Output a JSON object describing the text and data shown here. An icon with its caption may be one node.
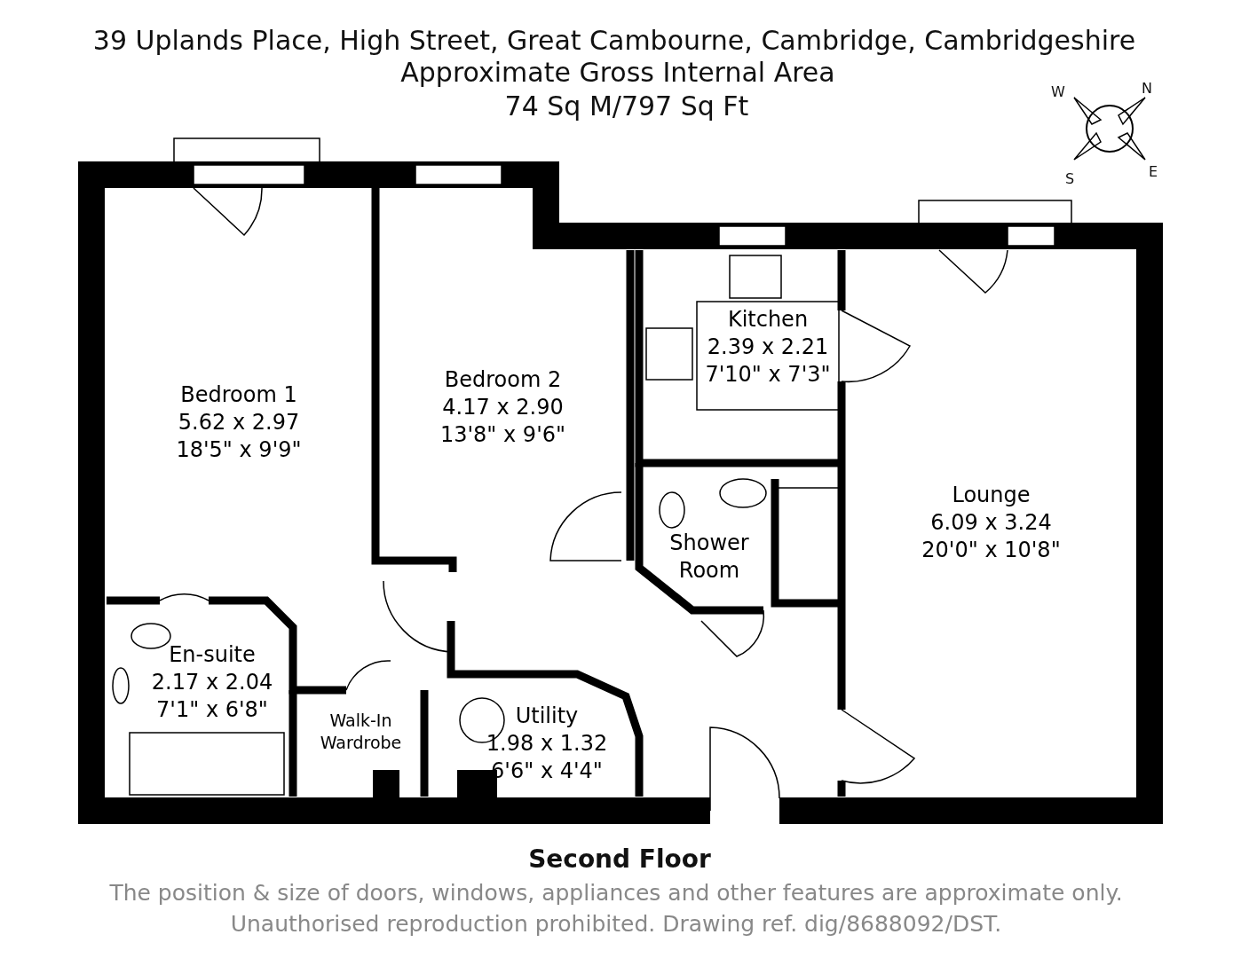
{
  "diagram": {
    "title": "39 Uplands Place, High Street, Great Cambourne, Cambridge, Cambridgeshire",
    "nodes": [
      {
        "text": [
          "Bedroom 1",
          "5.62 x 2.97",
          "18'5\" x 9'9\""
        ]
      },
      {
        "text": [
          "Bedroom 2",
          "4.17 x 2.90",
          "13'8\" x 9'6\""
        ]
      },
      {
        "text": [
          "Kitchen",
          "2.39 x 2.21",
          "7'10\" x 7'3\""
        ]
      },
      {
        "text": [
          "Shower Room"
        ]
      },
      {
        "text": [
          "Lounge",
          "6.09 x 3.24",
          "20'0\" x 10'8\""
        ]
      },
      {
        "text": [
          "En-suite",
          "2.17 x 2.04",
          "7'1\" x 6'8\""
        ]
      },
      {
        "text": [
          "Walk-In Wardrobe"
        ]
      },
      {
        "text": [
          "Utility",
          "1.98 x 1.32",
          "6'6\" x 4'4\""
        ]
      }
    ],
    "labels": [
      "Approximate Gross Internal Area",
      "74 Sq M/797 Sq Ft",
      "W",
      "N",
      "S",
      "E",
      "Second Floor",
      "The position & size of doors, windows, appliances and other features are approximate only.",
      "Unauthorised reproduction prohibited. Drawing ref. dig/8688092/DST."
    ]
  }
}
